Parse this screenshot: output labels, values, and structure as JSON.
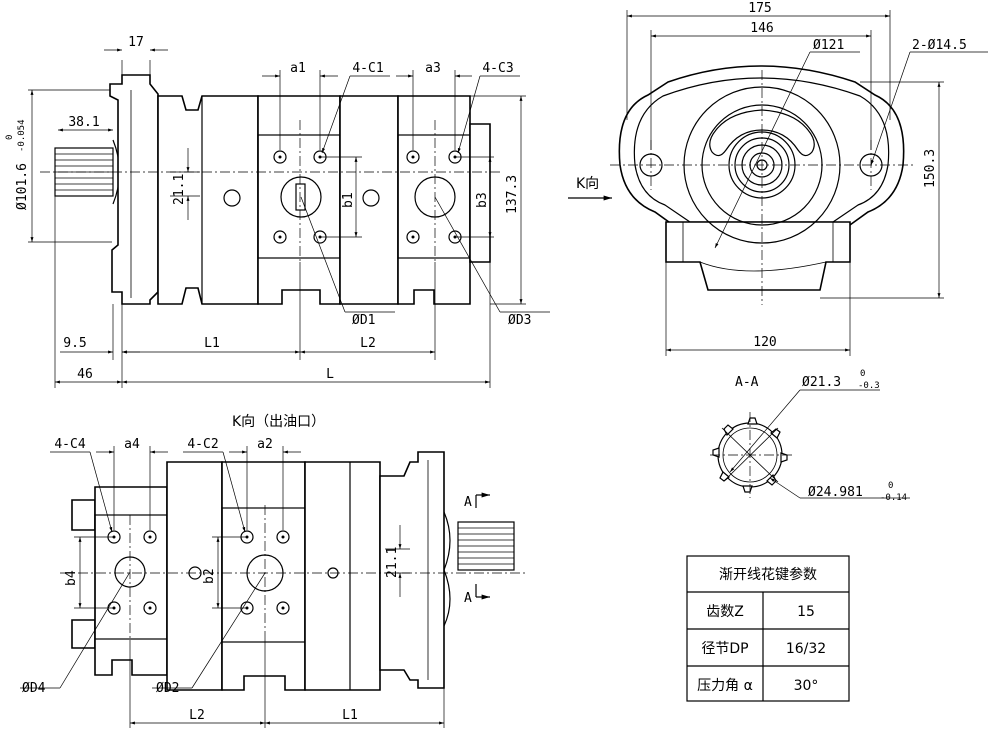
{
  "top_view": {
    "dim_17": "17",
    "dim_38_1": "38.1",
    "dim_phi101_6": "Ø101.6",
    "tol_phi101_6_upper": "0",
    "tol_phi101_6_lower": "-0.054",
    "dim_21_1": "21.1",
    "dim_a1": "a1",
    "label_4c1": "4-C1",
    "dim_a3": "a3",
    "label_4c3": "4-C3",
    "dim_b1": "b1",
    "dim_b3": "b3",
    "dim_137_3": "137.3",
    "label_d1": "ØD1",
    "label_d3": "ØD3",
    "dim_9_5": "9.5",
    "dim_L1": "L1",
    "dim_L2": "L2",
    "dim_46": "46",
    "dim_L": "L"
  },
  "end_view": {
    "dim_175": "175",
    "dim_146": "146",
    "dim_phi121": "Ø121",
    "label_2_phi14_5": "2-Ø14.5",
    "dim_150_3": "150.3",
    "dim_120": "120",
    "label_k_dir": "K向"
  },
  "section_view": {
    "title": "A-A",
    "dim_phi21_3": "Ø21.3",
    "tol_phi21_3_upper": "0",
    "tol_phi21_3_lower": "-0.3",
    "dim_phi24_981": "Ø24.981",
    "tol_phi24_981_upper": "0",
    "tol_phi24_981_lower": "-0.14"
  },
  "bottom_view": {
    "title": "K向（出油口）",
    "label_4c4": "4-C4",
    "dim_a4": "a4",
    "label_4c2": "4-C2",
    "dim_a2": "a2",
    "dim_b4": "b4",
    "dim_b2": "b2",
    "dim_21_1": "21.1",
    "label_d4": "ØD4",
    "label_d2": "ØD2",
    "dim_L2": "L2",
    "dim_L1": "L1",
    "section_mark_top": "A",
    "section_mark_bottom": "A"
  },
  "spline_table": {
    "header": "渐开线花键参数",
    "rows": [
      {
        "param": "齿数Z",
        "value": "15"
      },
      {
        "param": "径节DP",
        "value": "16/32"
      },
      {
        "param": "压力角 α",
        "value": "30°"
      }
    ]
  }
}
